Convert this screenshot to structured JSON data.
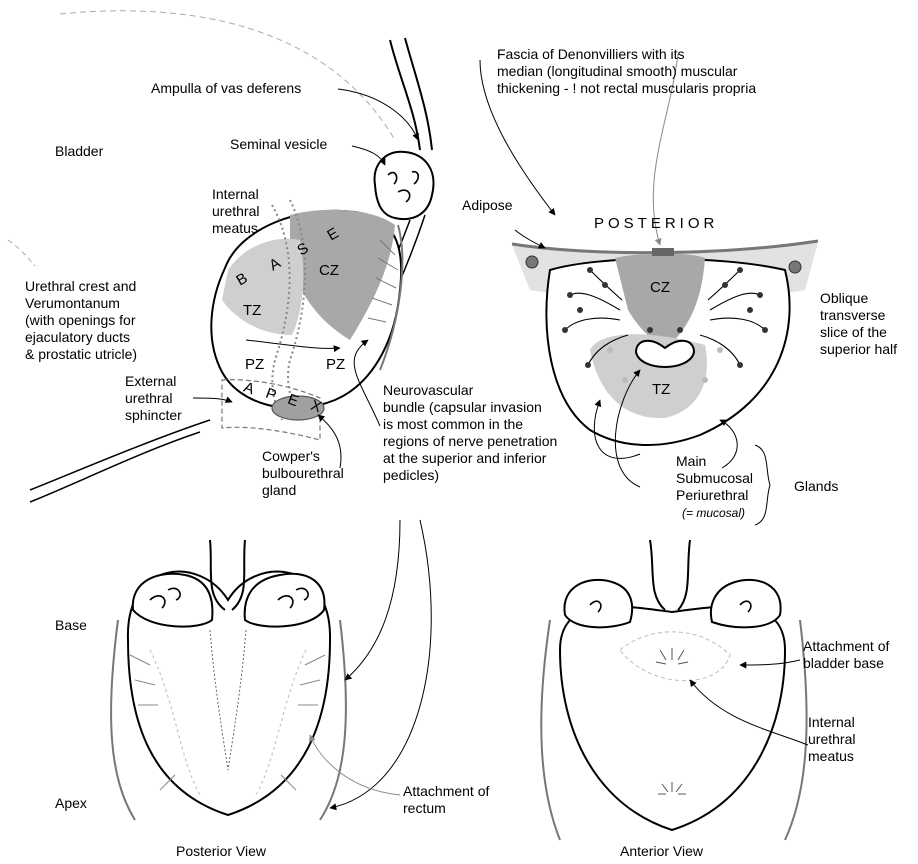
{
  "labels": {
    "ampulla": "Ampulla of vas deferens",
    "bladder": "Bladder",
    "seminal_vesicle": "Seminal vesicle",
    "internal_meatus_top": [
      "Internal",
      "urethral",
      "meatus"
    ],
    "fascia": [
      "Fascia of Denonvilliers with its",
      "median (longitudinal smooth) muscular",
      "thickening - ! not rectal muscularis propria"
    ],
    "adipose": "Adipose",
    "posterior": "POSTERIOR",
    "urethral_crest": [
      "Urethral crest and",
      "Verumontanum",
      "(with openings for",
      "ejaculatory ducts",
      "& prostatic utricle)"
    ],
    "oblique": [
      "Oblique",
      "transverse",
      "slice of the",
      "superior half"
    ],
    "external_sphincter": [
      "External",
      "urethral",
      "sphincter"
    ],
    "neurovascular": [
      "Neurovascular",
      "bundle (capsular invasion",
      "is most common in the",
      "regions of nerve penetration",
      "at the superior and inferior",
      "pedicles)"
    ],
    "cowpers": [
      "Cowper's",
      "bulbourethral",
      "gland"
    ],
    "gland_main": "Main",
    "gland_submucosal": "Submucosal",
    "gland_periurethral": "Periurethral",
    "gland_mucosal_note": "(= mucosal)",
    "glands": "Glands",
    "base": "Base",
    "apex": "Apex",
    "attachment_bladder": [
      "Attachment of",
      "bladder base"
    ],
    "internal_meatus_bottom": [
      "Internal",
      "urethral",
      "meatus"
    ],
    "attachment_rectum": [
      "Attachment of",
      "rectum"
    ],
    "posterior_view": "Posterior View",
    "anterior_view": "Anterior View"
  },
  "zones": {
    "base_letters": [
      "B",
      "A",
      "S",
      "E"
    ],
    "apex_letters": [
      "A",
      "P",
      "E",
      "X"
    ],
    "cz": "CZ",
    "tz": "TZ",
    "pz": "PZ",
    "slice_cz": "CZ",
    "slice_tz": "TZ"
  },
  "colors": {
    "central_zone": "#a8a8a8",
    "transition_zone": "#cfcfcf",
    "periprostatic": "#e2e2e2",
    "capsule": "#6e6e6e",
    "line": "#000000"
  }
}
